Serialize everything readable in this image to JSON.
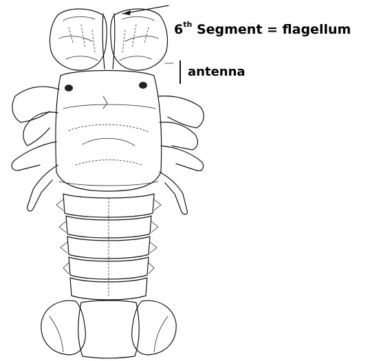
{
  "labels": {
    "flagellum": {
      "ordinal": "6",
      "ordinal_suffix": "th",
      "text": " Segment = flagellum"
    },
    "antenna": "antenna"
  },
  "subject": "slipper-lobster-dorsal-illustration"
}
